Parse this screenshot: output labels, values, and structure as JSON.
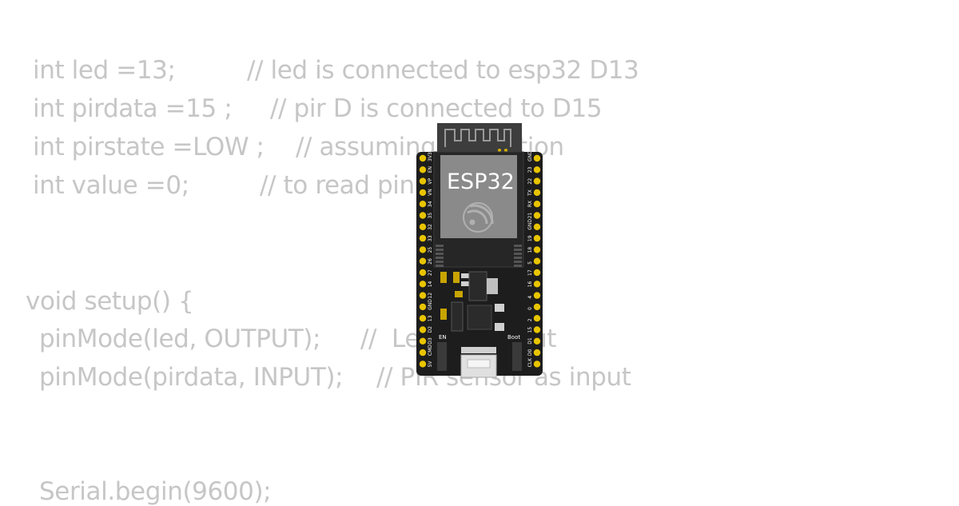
{
  "code_lines": [
    "int led =13;",
    "// led is connected to esp32 D13",
    "int pirdata =15 ;",
    "// pir D is connected to D15",
    "int pirstate =LOW ;",
    "// assuming",
    "tion",
    "int value =0;",
    "// to read pin",
    "void setup() {",
    "pinMode(led, OUTPUT);",
    "//  Le",
    "ut",
    "pinMode(pirdata, INPUT);",
    "// PIR sensor as input",
    "Serial.begin(9600);"
  ],
  "board": {
    "chip_label": "ESP32",
    "en_label": "EN",
    "boot_label": "Boot",
    "left_pins": [
      "3V3",
      "EN",
      "VP",
      "VN",
      "34",
      "35",
      "32",
      "33",
      "25",
      "26",
      "27",
      "14",
      "12",
      "GND",
      "13",
      "D2",
      "D3",
      "CMD",
      "5V"
    ],
    "right_pins": [
      "GND",
      "23",
      "22",
      "TX",
      "RX",
      "21",
      "GND",
      "19",
      "18",
      "5",
      "17",
      "16",
      "4",
      "0",
      "2",
      "15",
      "D1",
      "D0",
      "CLK"
    ]
  }
}
